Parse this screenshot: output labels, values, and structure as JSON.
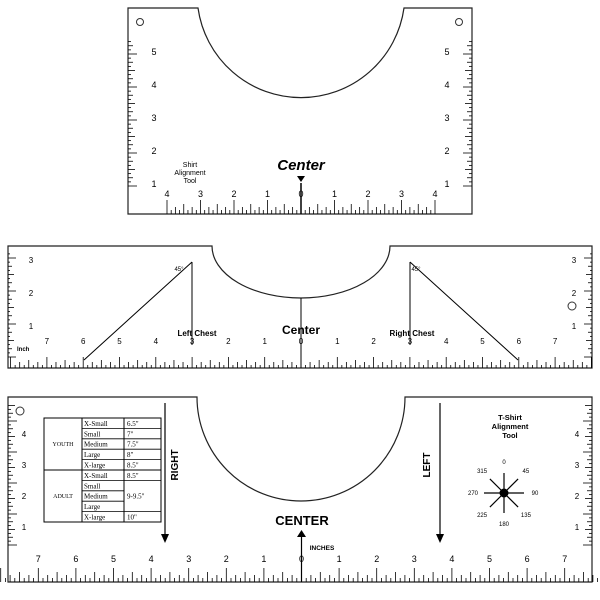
{
  "top_ruler": {
    "brand": "Shirt Alignment Tool",
    "brand_lines": [
      "Shirt",
      "Alignment",
      "Tool"
    ],
    "center_script": "Center",
    "center_mark": "0",
    "horizontal_labels": [
      "4",
      "3",
      "2",
      "1",
      "0",
      "1",
      "2",
      "3",
      "4"
    ],
    "left_vertical_labels": [
      "5",
      "4",
      "3",
      "2",
      "1"
    ],
    "right_vertical_labels": [
      "5",
      "4",
      "3",
      "2",
      "1"
    ]
  },
  "middle_ruler": {
    "unit_label": "Inch",
    "center_label": "Center",
    "left_chest_label": "Left Chest",
    "right_chest_label": "Right Chest",
    "angle_left": "45°",
    "angle_right": "45°",
    "horizontal_labels": [
      "7",
      "6",
      "5",
      "4",
      "3",
      "2",
      "1",
      "0",
      "1",
      "2",
      "3",
      "4",
      "5",
      "6",
      "7"
    ],
    "left_vertical_labels": [
      "3",
      "2",
      "1"
    ],
    "right_vertical_labels": [
      "3",
      "2",
      "1"
    ]
  },
  "bottom_ruler": {
    "units_label": "INCHES",
    "center_label": "CENTER",
    "right_label": "RIGHT",
    "left_label": "LEFT",
    "brand_lines": [
      "T-Shirt",
      "Alignment",
      "Tool"
    ],
    "horizontal_labels": [
      "7",
      "6",
      "5",
      "4",
      "3",
      "2",
      "1",
      "0",
      "1",
      "2",
      "3",
      "4",
      "5",
      "6",
      "7"
    ],
    "left_vertical_labels": [
      "4",
      "3",
      "2",
      "1"
    ],
    "right_vertical_labels": [
      "4",
      "3",
      "2",
      "1"
    ],
    "compass": [
      "0",
      "45",
      "90",
      "135",
      "180",
      "225",
      "270",
      "315"
    ],
    "size_table": {
      "groups": [
        {
          "name": "YOUTH",
          "rows": [
            {
              "size": "X-Small",
              "value": "6.5\""
            },
            {
              "size": "Small",
              "value": "7\""
            },
            {
              "size": "Medium",
              "value": "7.5\""
            },
            {
              "size": "Large",
              "value": "8\""
            },
            {
              "size": "X-large",
              "value": "8.5\""
            }
          ]
        },
        {
          "name": "ADULT",
          "rows": [
            {
              "size": "X-Small",
              "value": "8.5\""
            },
            {
              "size": "Small",
              "value": ""
            },
            {
              "size": "Medium",
              "value": "9-9.5\""
            },
            {
              "size": "Large",
              "value": ""
            },
            {
              "size": "X-large",
              "value": "10\""
            }
          ]
        }
      ]
    }
  }
}
